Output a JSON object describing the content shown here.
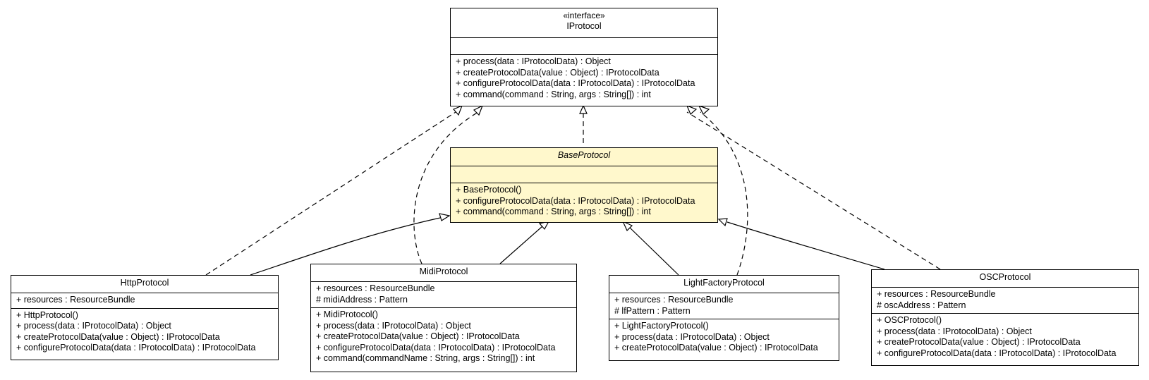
{
  "classes": {
    "iprotocol": {
      "stereotype": "«interface»",
      "name": "IProtocol",
      "attributes": [],
      "operations": [
        "+ process(data : IProtocolData) : Object",
        "+ createProtocolData(value : Object) : IProtocolData",
        "+ configureProtocolData(data : IProtocolData) : IProtocolData",
        "+ command(command : String, args : String[]) : int"
      ]
    },
    "base": {
      "name": "BaseProtocol",
      "attributes": [],
      "operations": [
        "+ BaseProtocol()",
        "+ configureProtocolData(data : IProtocolData) : IProtocolData",
        "+ command(command : String, args : String[]) : int"
      ]
    },
    "http": {
      "name": "HttpProtocol",
      "attributes": [
        "+ resources : ResourceBundle"
      ],
      "operations": [
        "+ HttpProtocol()",
        "+ process(data : IProtocolData) : Object",
        "+ createProtocolData(value : Object) : IProtocolData",
        "+ configureProtocolData(data : IProtocolData) : IProtocolData"
      ]
    },
    "midi": {
      "name": "MidiProtocol",
      "attributes": [
        "+ resources : ResourceBundle",
        "# midiAddress : Pattern"
      ],
      "operations": [
        "+ MidiProtocol()",
        "+ process(data : IProtocolData) : Object",
        "+ createProtocolData(value : Object) : IProtocolData",
        "+ configureProtocolData(data : IProtocolData) : IProtocolData",
        "+ command(commandName : String, args : String[]) : int"
      ]
    },
    "light": {
      "name": "LightFactoryProtocol",
      "attributes": [
        "+ resources : ResourceBundle",
        "# lfPattern : Pattern"
      ],
      "operations": [
        "+ LightFactoryProtocol()",
        "+ process(data : IProtocolData) : Object",
        "+ createProtocolData(value : Object) : IProtocolData"
      ]
    },
    "osc": {
      "name": "OSCProtocol",
      "attributes": [
        "+ resources : ResourceBundle",
        "# oscAddress : Pattern"
      ],
      "operations": [
        "+ OSCProtocol()",
        "+ process(data : IProtocolData) : Object",
        "+ createProtocolData(value : Object) : IProtocolData",
        "+ configureProtocolData(data : IProtocolData) : IProtocolData"
      ]
    }
  }
}
